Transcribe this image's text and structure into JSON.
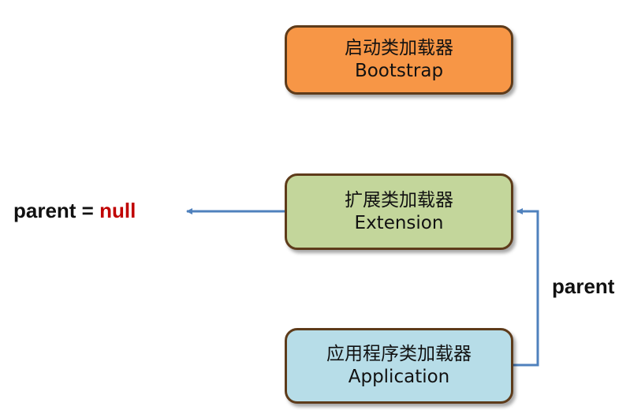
{
  "nodes": {
    "bootstrap": {
      "title": "启动类加载器",
      "subtitle": "Bootstrap",
      "color": "#f79646"
    },
    "extension": {
      "title": "扩展类加载器",
      "subtitle": "Extension",
      "color": "#c3d69b"
    },
    "application": {
      "title": "应用程序类加载器",
      "subtitle": "Application",
      "color": "#b7dde8"
    }
  },
  "labels": {
    "null_prefix": "parent = ",
    "null_value": "null",
    "parent_edge": "parent"
  },
  "edges": [
    {
      "from": "extension",
      "to": "parent = null",
      "label": "",
      "color": "#4f81bd"
    },
    {
      "from": "application",
      "to": "extension",
      "label": "parent",
      "color": "#4f81bd"
    }
  ]
}
